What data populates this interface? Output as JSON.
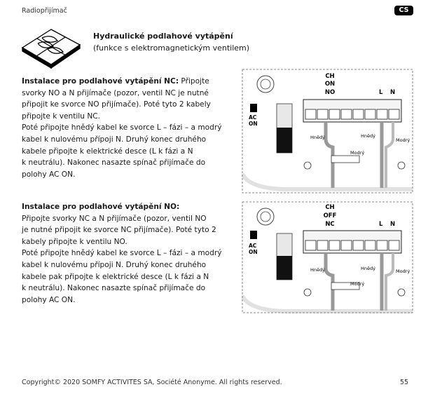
{
  "header": {
    "label": "Radiopřijímač",
    "lang": "CS"
  },
  "section": {
    "title": "Hydraulické podlahové vytápění",
    "subtitle": "(funkce s elektromagnetickým ventilem)"
  },
  "nc": {
    "heading": "Instalace pro podlahové vytápění NC:",
    "text_line1": " Připojte",
    "text_rest": "svorky NO a N přijímače (pozor, ventil NC je nutné\npřipojit ke svorce NO přijímače). Poté tyto 2 kabely\npřipojte k ventilu NC.\nPoté připojte hnědý kabel ke svorce L – fázi – a modrý\nkabel k nulovému přípoji N.  Druhý konec druhého\nkabele připojte k elektrické desce (L k fázi a N\nk neutrálu). Nakonec nasazte spínač přijímače do\npolohy AC ON."
  },
  "no": {
    "heading": "Instalace pro podlahové vytápění NO:",
    "text": "Připojte svorky NC a N přijímače (pozor, ventil NO\nje nutné připojit ke svorce NC přijímače). Poté tyto 2\nkabely připojte k ventilu NO.\nPoté připojte hnědý kabel ke svorce L – fázi – a modrý\nkabel k nulovému přípoji N. Druhý konec druhého\nkabele pak připojte k elektrické desce (L k fázi a N\nk neutrálu). Nakonec nasazte spínač přijímače do\npolohy AC ON."
  },
  "diagram_nc": {
    "ch": "CH",
    "mode": "ON",
    "terminal": "NO",
    "l": "L",
    "n": "N",
    "ac": "AC",
    "on": "ON",
    "brown_left": "Hnědý",
    "brown_right": "Hnědý",
    "blue_mid": "Modrý",
    "blue_right": "Modrý"
  },
  "diagram_no": {
    "ch": "CH",
    "mode": "OFF",
    "terminal": "NC",
    "l": "L",
    "n": "N",
    "ac": "AC",
    "on": "ON",
    "brown_left": "Hnědý",
    "brown_right": "Hnědý",
    "blue_mid": "Modrý",
    "blue_right": "Modrý"
  },
  "footer": {
    "copyright": "Copyright© 2020 SOMFY ACTIVITES SA, Société Anonyme. All rights reserved.",
    "page": "55"
  }
}
